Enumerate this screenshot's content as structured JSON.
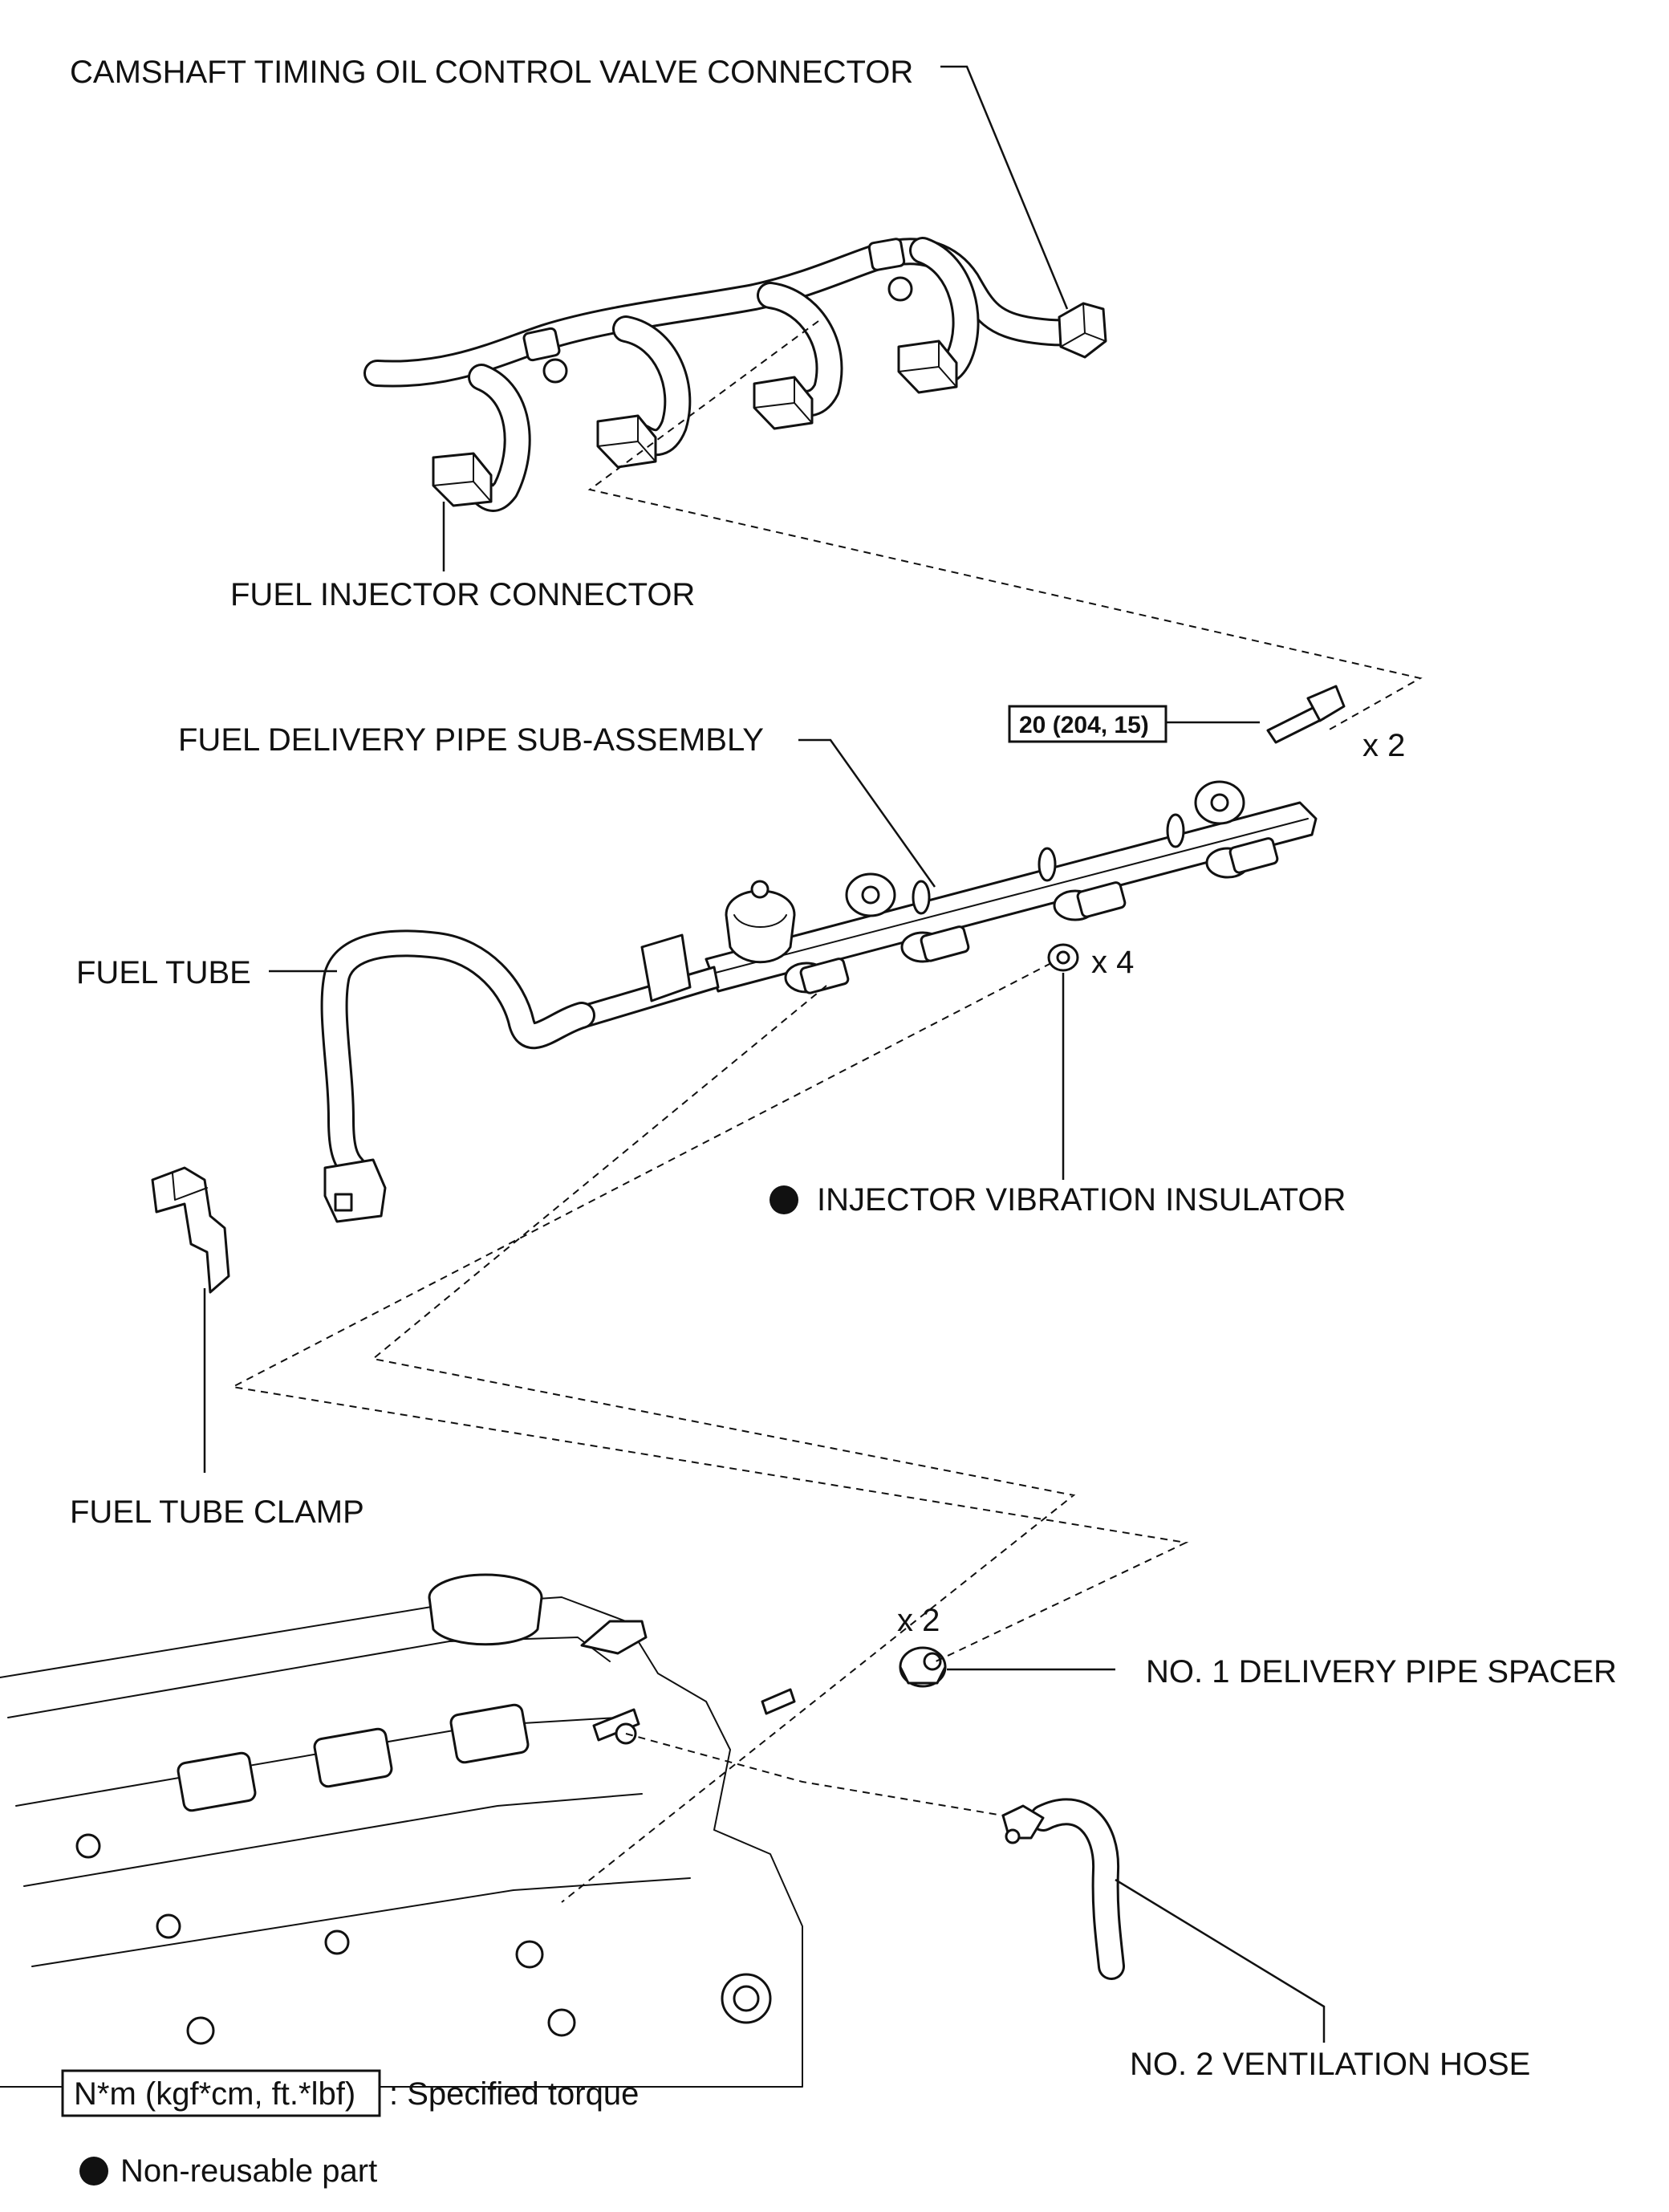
{
  "labels": {
    "camshaft_connector": "CAMSHAFT TIMING OIL CONTROL VALVE CONNECTOR",
    "fuel_injector_connector": "FUEL INJECTOR CONNECTOR",
    "fuel_delivery_pipe": "FUEL DELIVERY PIPE SUB-ASSEMBLY",
    "fuel_tube": "FUEL TUBE",
    "injector_vibration_insulator": "INJECTOR VIBRATION INSULATOR",
    "fuel_tube_clamp": "FUEL TUBE CLAMP",
    "no1_delivery_pipe_spacer": "NO. 1 DELIVERY PIPE SPACER",
    "no2_ventilation_hose": "NO. 2 VENTILATION HOSE"
  },
  "quantities": {
    "bolt_qty": "x 2",
    "insulator_qty": "x 4",
    "spacer_qty": "x 2"
  },
  "torque": {
    "bolt_value": "20 (204, 15)"
  },
  "legend": {
    "torque_box": "N*m (kgf*cm, ft.*lbf)",
    "torque_text": ": Specified torque",
    "nonreusable_text": "Non-reusable part"
  }
}
